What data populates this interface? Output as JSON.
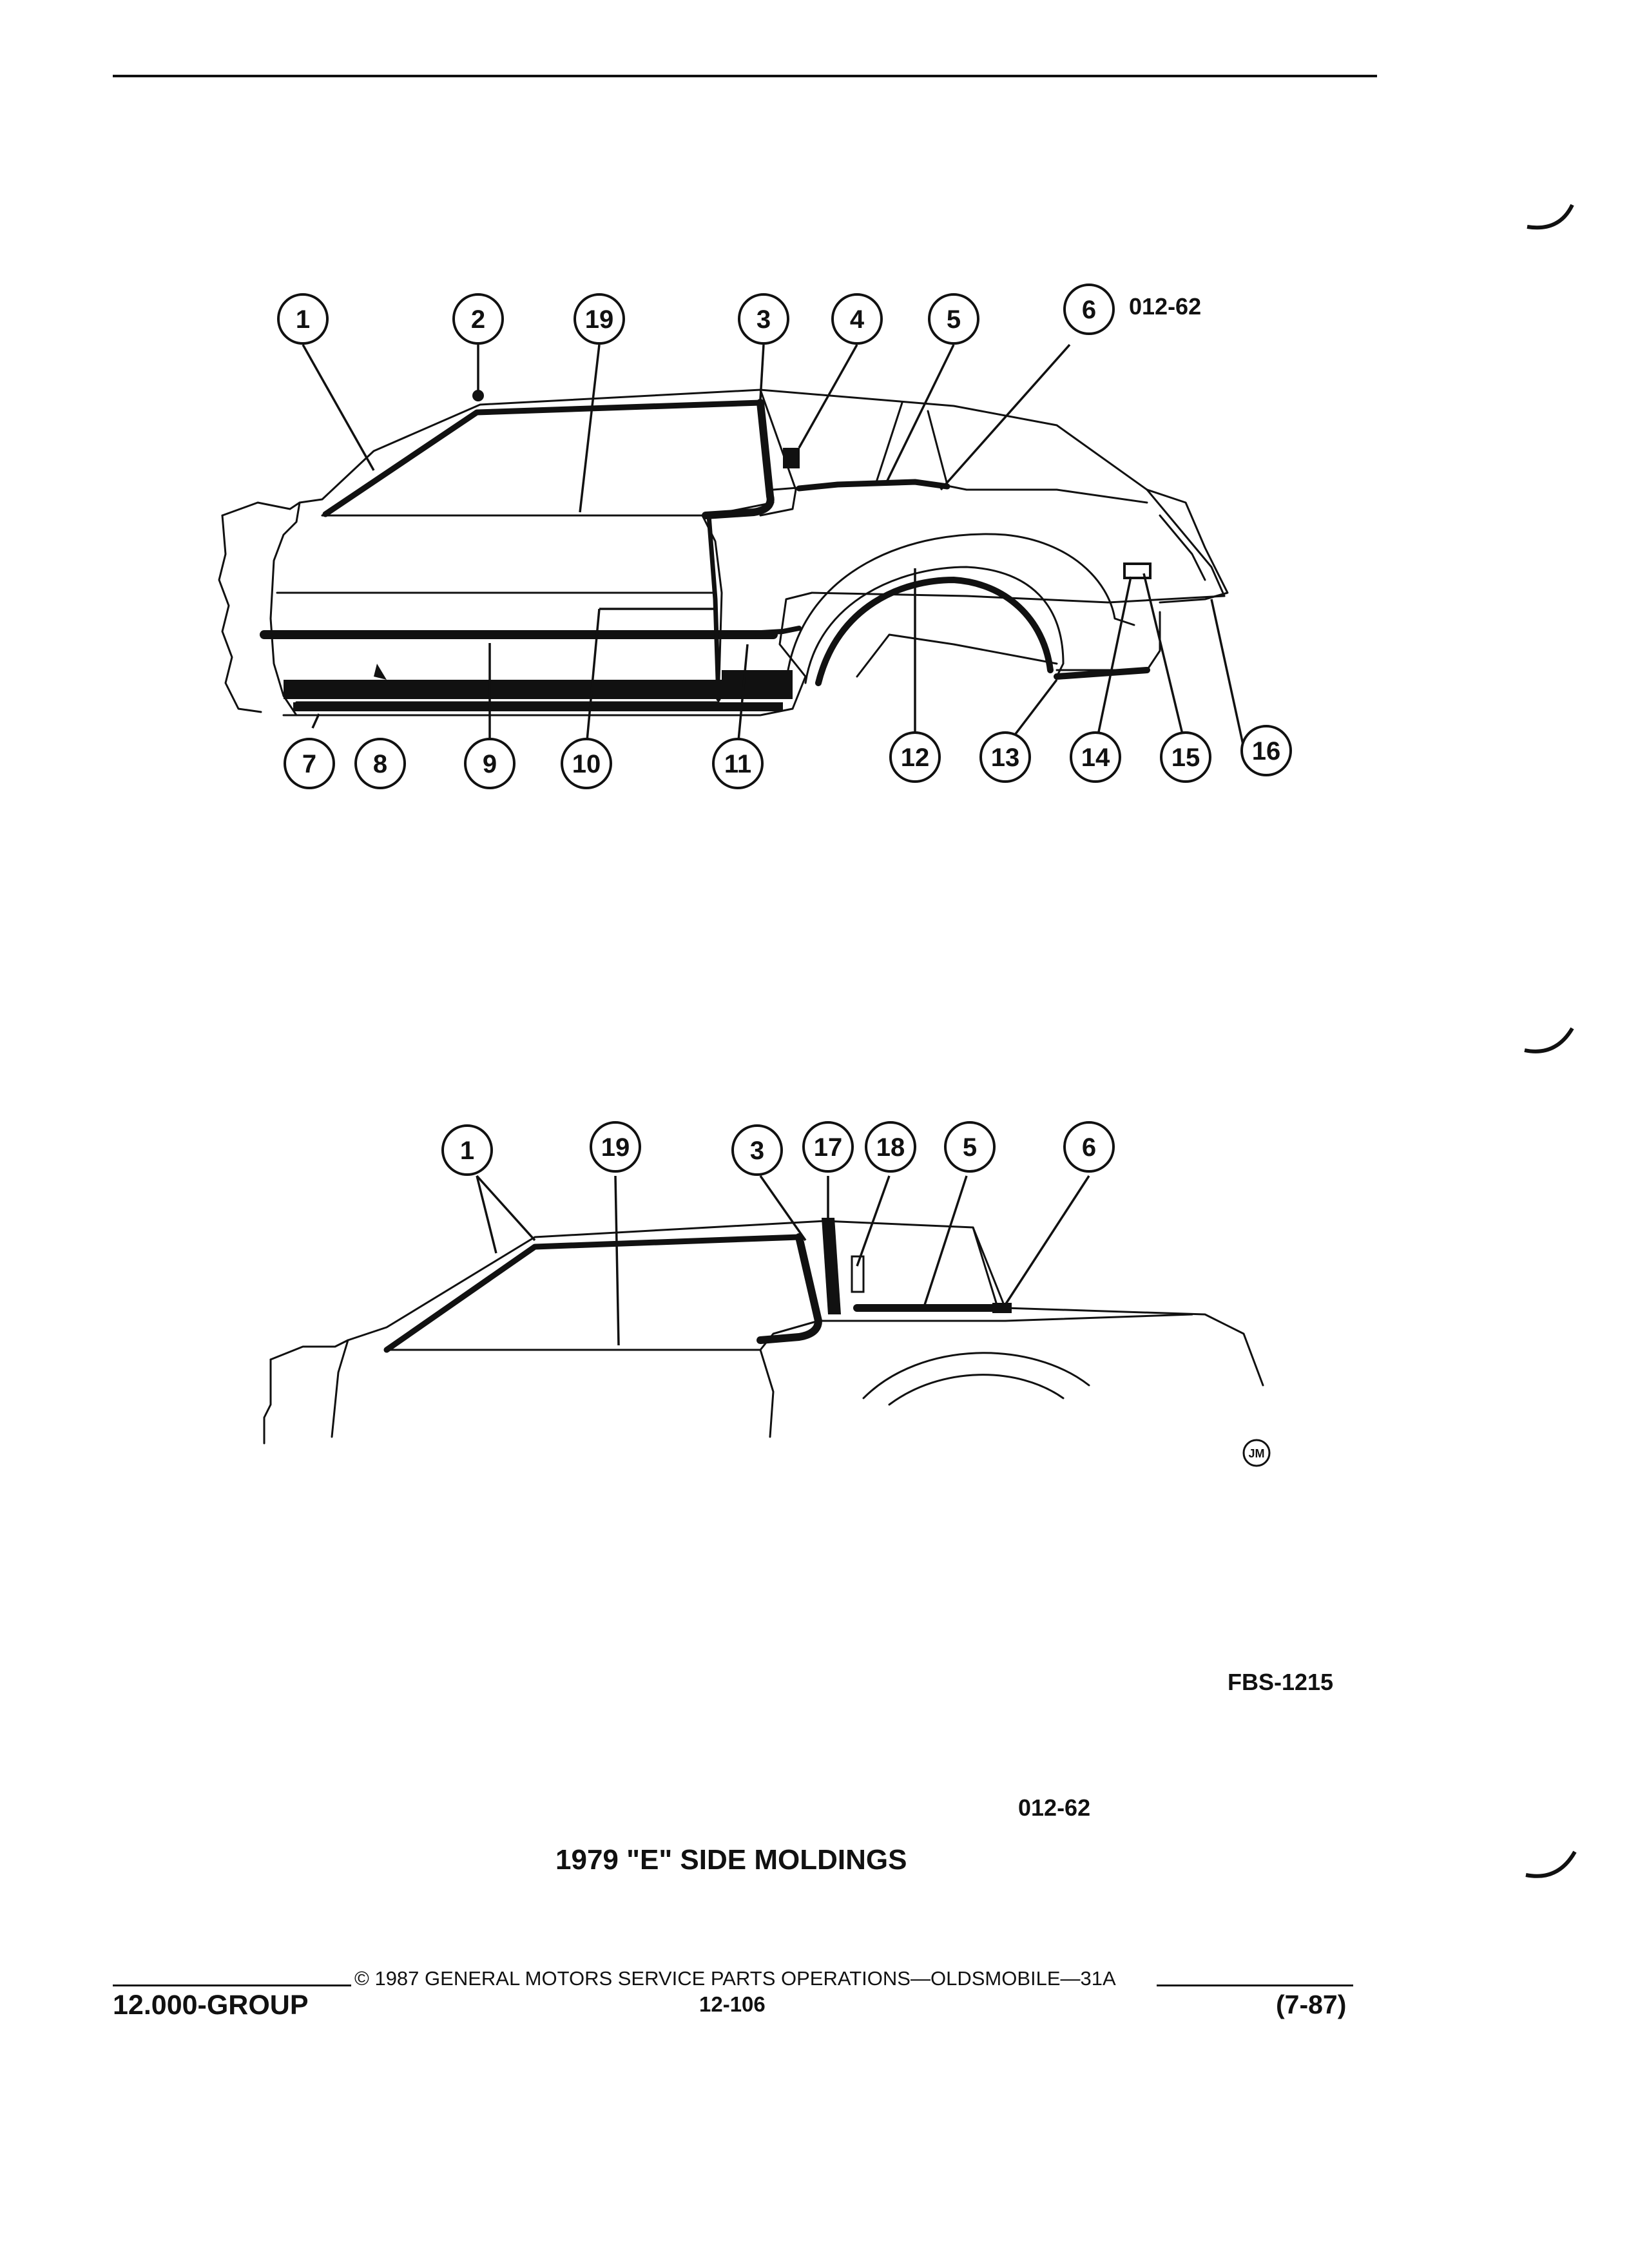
{
  "figures": {
    "upper": {
      "code": "012-62",
      "callouts": [
        "1",
        "2",
        "19",
        "3",
        "4",
        "5",
        "6",
        "7",
        "8",
        "9",
        "10",
        "11",
        "12",
        "13",
        "14",
        "15",
        "16"
      ]
    },
    "lower": {
      "callouts": [
        "1",
        "19",
        "3",
        "17",
        "18",
        "5",
        "6"
      ],
      "artist_mark": "JM"
    }
  },
  "fig_number": "FBS-1215",
  "illustration_code": "012-62",
  "caption": "1979 \"E\" SIDE MOLDINGS",
  "footer": {
    "copyright": "© 1987 GENERAL MOTORS SERVICE PARTS OPERATIONS—OLDSMOBILE—31A",
    "group": "12.000-GROUP",
    "page": "12-106",
    "date": "(7-87)"
  }
}
